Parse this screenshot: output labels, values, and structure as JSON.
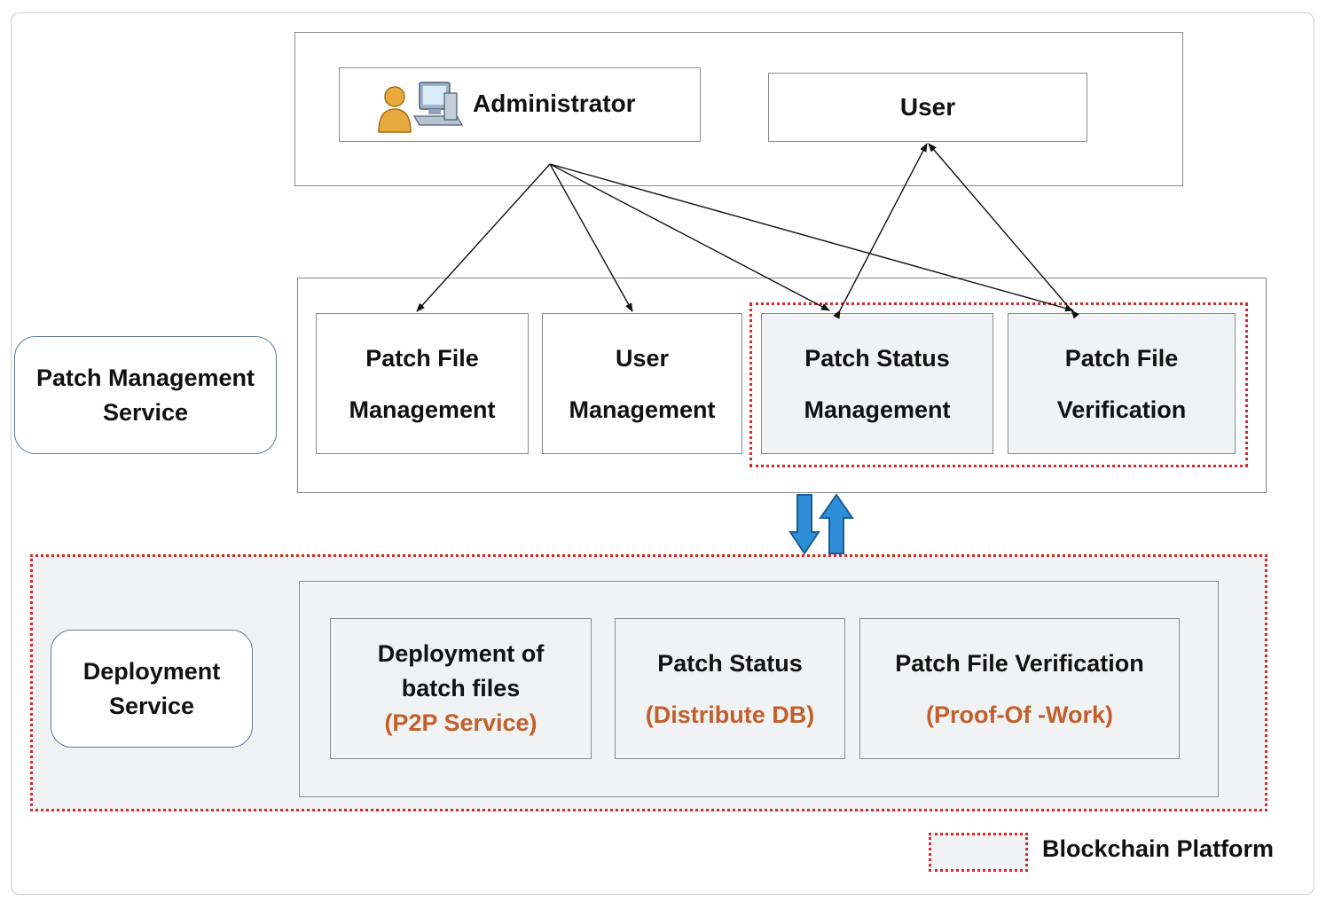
{
  "top": {
    "administrator": {
      "label": "Administrator",
      "icon": "admin-user-computer-icon"
    },
    "user": {
      "label": "User"
    }
  },
  "patch_management": {
    "label_line1": "Patch Management",
    "label_line2": "Service",
    "cells": [
      {
        "line1": "Patch File",
        "line2": "Management"
      },
      {
        "line1": "User",
        "line2": "Management"
      },
      {
        "line1": "Patch Status",
        "line2": "Management"
      },
      {
        "line1": "Patch File",
        "line2": "Verification"
      }
    ]
  },
  "deployment": {
    "label_line1": "Deployment",
    "label_line2": "Service",
    "cells": [
      {
        "line1": "Deployment of",
        "line2": "batch files",
        "sub": "(P2P Service)"
      },
      {
        "line1": "Patch Status",
        "sub": "(Distribute DB)"
      },
      {
        "line1": "Patch File Verification",
        "sub": "(Proof-Of -Work)"
      }
    ]
  },
  "legend": {
    "label": "Blockchain Platform"
  },
  "colors": {
    "blockchain_border": "#d42a2a",
    "sub_text": "#c0602a",
    "sync_arrow": "#2e8fd8"
  }
}
